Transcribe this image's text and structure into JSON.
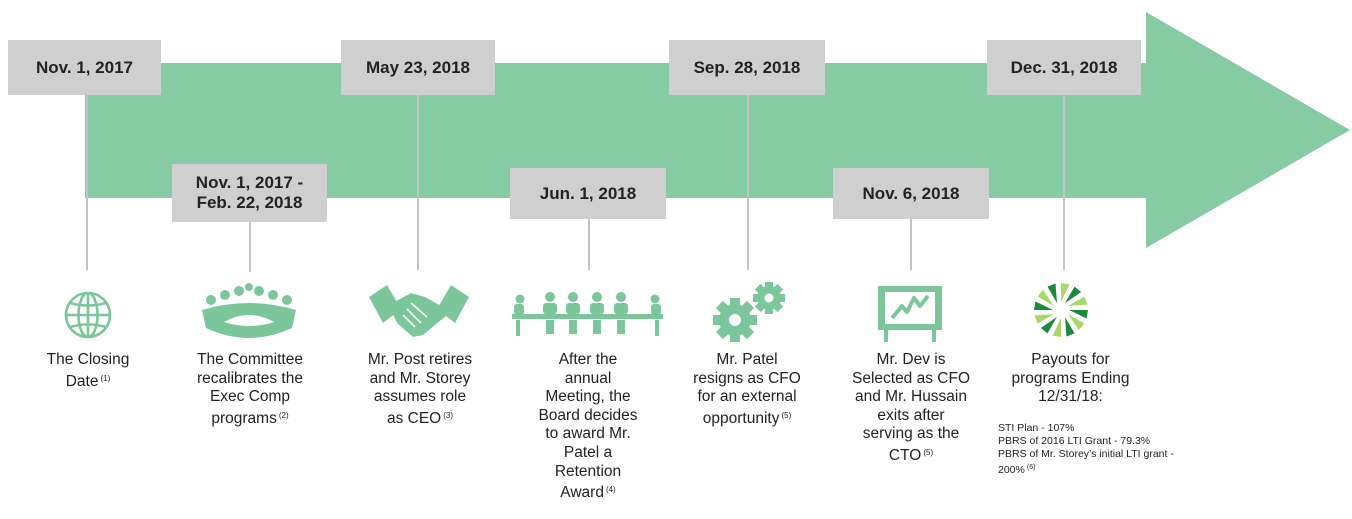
{
  "colors": {
    "arrow": "#86cba3",
    "icon": "#7cc69b",
    "date_box": "#cfcfcf",
    "connector": "#c4c4c4",
    "pinwheel_dark": "#1c8a3a",
    "pinwheel_light": "#a9d86a"
  },
  "events": [
    {
      "date": "Nov. 1, 2017",
      "icon": "globe-icon",
      "description": "The Closing Date",
      "footnote": "(1)",
      "details": []
    },
    {
      "date": "Nov. 1, 2017 -\nFeb. 22, 2018",
      "icon": "committee-group-icon",
      "description": "The Committee recalibrates the Exec Comp programs",
      "footnote": "(2)",
      "details": []
    },
    {
      "date": "May 23, 2018",
      "icon": "handshake-icon",
      "description": "Mr. Post retires and Mr. Storey assumes role as CEO",
      "footnote": "(3)",
      "details": []
    },
    {
      "date": "Jun. 1, 2018",
      "icon": "meeting-table-icon",
      "description": "After the annual Meeting, the Board decides to award Mr. Patel a Retention Award",
      "footnote": "(4)",
      "details": []
    },
    {
      "date": "Sep. 28, 2018",
      "icon": "gears-icon",
      "description": "Mr. Patel resigns as CFO for an external opportunity",
      "footnote": "(5)",
      "details": []
    },
    {
      "date": "Nov. 6, 2018",
      "icon": "chart-board-icon",
      "description": "Mr. Dev is Selected as CFO and Mr. Hussain exits after serving as the CTO",
      "footnote": "(5)",
      "details": []
    },
    {
      "date": "Dec. 31, 2018",
      "icon": "pinwheel-icon",
      "description": "Payouts for programs Ending 12/31/18:",
      "footnote": "",
      "details": [
        {
          "text": "STI Plan - 107%",
          "footnote": ""
        },
        {
          "text": "PBRS of 2016 LTI Grant - 79.3%",
          "footnote": ""
        },
        {
          "text": "PBRS of Mr. Storey’s initial LTI grant - 200%",
          "footnote": "(6)"
        }
      ]
    }
  ]
}
